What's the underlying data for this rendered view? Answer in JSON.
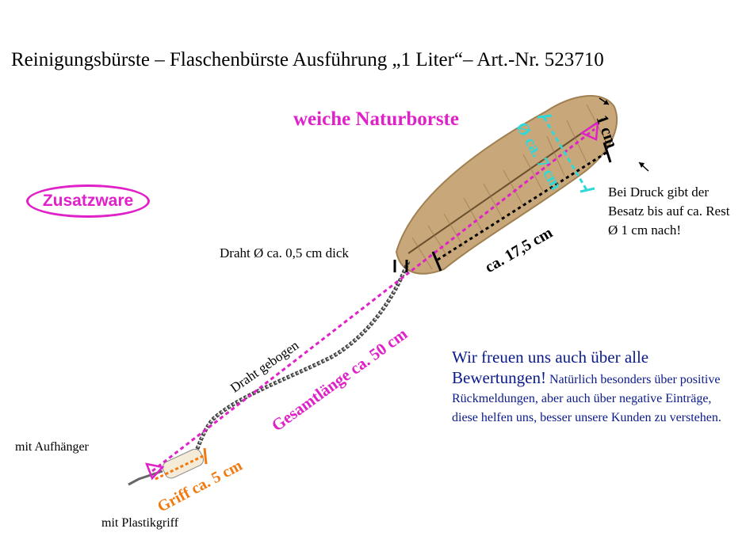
{
  "title": "Reinigungsbürste – Flaschenbürste Ausführung „1 Liter“– Art.-Nr. 523710",
  "labels": {
    "soft_bristle": "weiche Naturborste",
    "extra_item": "Zusatzware",
    "wire_thickness": "Draht Ø ca. 0,5 cm dick",
    "wire_bent": "Draht gebogen",
    "total_length": "Gesamtlänge ca. 50 cm",
    "grip_length": "Griff ca. 5 cm",
    "bristle_length": "ca. 17,5 cm",
    "diameter": "Ø ca. 7 cm",
    "tip": "1 cm",
    "pressure_note": "Bei Druck gibt der Besatz bis auf ca. Rest Ø 1 cm nach!",
    "hanger": "mit Aufhänger",
    "plastic_grip": "mit Plastikgriff"
  },
  "review": {
    "headline": "Wir freuen uns auch über alle Bewertungen!",
    "body": "Natürlich besonders über positive Rückmeldungen, aber auch über negative Einträge, diese helfen uns, besser unsere Kunden zu verstehen."
  },
  "colors": {
    "magenta": "#e020c8",
    "orange": "#f07a10",
    "cyan": "#30d8d8",
    "navy": "#0a1a8a",
    "bristle": "#c8a87a"
  }
}
